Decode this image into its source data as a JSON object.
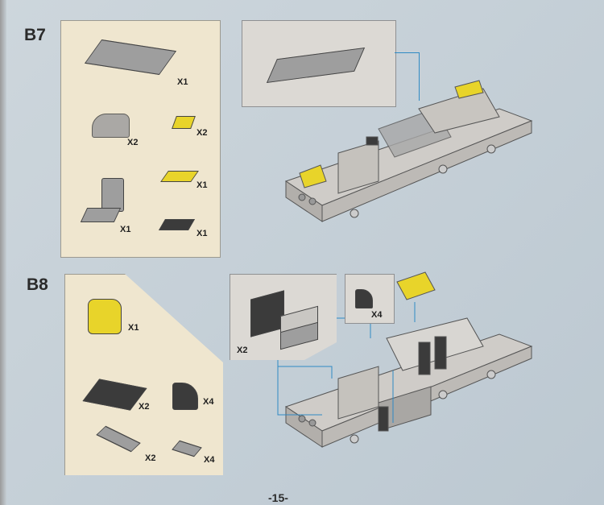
{
  "page_number": "-15-",
  "steps": [
    {
      "label": "B7",
      "parts": [
        {
          "name": "grey-plate-2x6",
          "qty": "X1"
        },
        {
          "name": "trans-slope-windscreen",
          "qty": "X2"
        },
        {
          "name": "yellow-slope-1x1",
          "qty": "X2"
        },
        {
          "name": "yellow-tile-1x2",
          "qty": "X1"
        },
        {
          "name": "grey-seat",
          "qty": "X1"
        },
        {
          "name": "dark-plate-1x2",
          "qty": "X1"
        }
      ]
    },
    {
      "label": "B8",
      "parts": [
        {
          "name": "yellow-engine-block",
          "qty": "X1"
        },
        {
          "name": "dark-plate-2x4",
          "qty": "X2"
        },
        {
          "name": "dark-curved-slope",
          "qty": "X4"
        },
        {
          "name": "grey-tile-1x4",
          "qty": "X2"
        },
        {
          "name": "grey-grille-tile",
          "qty": "X4"
        }
      ],
      "subassemblies": [
        {
          "qty": "X2"
        },
        {
          "qty": "X4"
        }
      ]
    }
  ],
  "colors": {
    "panel": "#efe6cf",
    "background": "#c9d3da",
    "guide_line": "#2f8ac4",
    "yellow": "#e8d42a"
  }
}
